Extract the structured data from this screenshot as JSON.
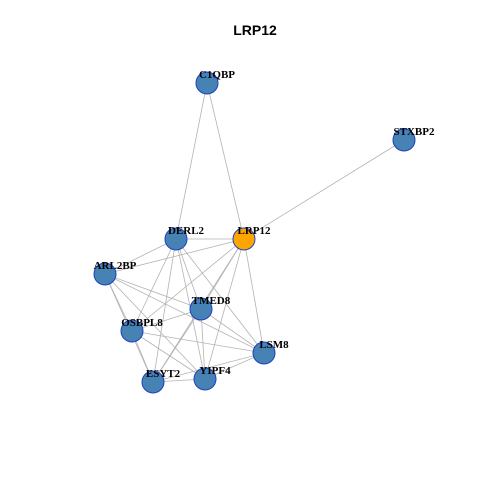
{
  "title": "LRP12",
  "colors": {
    "background": "#ffffff",
    "edge": "#b3b3b3",
    "node_fill": "#4682b4",
    "node_stroke": "#1f3fbf",
    "highlight_fill": "#ffa500"
  },
  "nodes": [
    {
      "id": "C1QBP",
      "label": "C1QBP",
      "highlight": false
    },
    {
      "id": "STXBP2",
      "label": "STXBP2",
      "highlight": false
    },
    {
      "id": "DERL2",
      "label": "DERL2",
      "highlight": false
    },
    {
      "id": "LRP12",
      "label": "LRP12",
      "highlight": true
    },
    {
      "id": "ARL2BP",
      "label": "ARL2BP",
      "highlight": false
    },
    {
      "id": "TMED8",
      "label": "TMED8",
      "highlight": false
    },
    {
      "id": "OSBPL8",
      "label": "OSBPL8",
      "highlight": false
    },
    {
      "id": "LSM8",
      "label": "LSM8",
      "highlight": false
    },
    {
      "id": "ESYT2",
      "label": "ESYT2",
      "highlight": false
    },
    {
      "id": "YIPF4",
      "label": "YIPF4",
      "highlight": false
    }
  ],
  "edges": [
    [
      "C1QBP",
      "DERL2"
    ],
    [
      "C1QBP",
      "LRP12"
    ],
    [
      "STXBP2",
      "LRP12"
    ],
    [
      "DERL2",
      "LRP12"
    ],
    [
      "DERL2",
      "ARL2BP"
    ],
    [
      "DERL2",
      "TMED8"
    ],
    [
      "DERL2",
      "OSBPL8"
    ],
    [
      "DERL2",
      "ESYT2"
    ],
    [
      "DERL2",
      "YIPF4"
    ],
    [
      "DERL2",
      "LSM8"
    ],
    [
      "LRP12",
      "ARL2BP"
    ],
    [
      "LRP12",
      "TMED8"
    ],
    [
      "LRP12",
      "OSBPL8"
    ],
    [
      "LRP12",
      "ESYT2"
    ],
    [
      "LRP12",
      "YIPF4"
    ],
    [
      "LRP12",
      "LSM8"
    ],
    [
      "ARL2BP",
      "TMED8"
    ],
    [
      "ARL2BP",
      "OSBPL8"
    ],
    [
      "ARL2BP",
      "ESYT2"
    ],
    [
      "ARL2BP",
      "YIPF4"
    ],
    [
      "ARL2BP",
      "LSM8"
    ],
    [
      "TMED8",
      "OSBPL8"
    ],
    [
      "TMED8",
      "ESYT2"
    ],
    [
      "TMED8",
      "YIPF4"
    ],
    [
      "TMED8",
      "LSM8"
    ],
    [
      "OSBPL8",
      "ESYT2"
    ],
    [
      "OSBPL8",
      "YIPF4"
    ],
    [
      "OSBPL8",
      "LSM8"
    ],
    [
      "ESYT2",
      "YIPF4"
    ],
    [
      "ESYT2",
      "LSM8"
    ],
    [
      "YIPF4",
      "LSM8"
    ]
  ]
}
